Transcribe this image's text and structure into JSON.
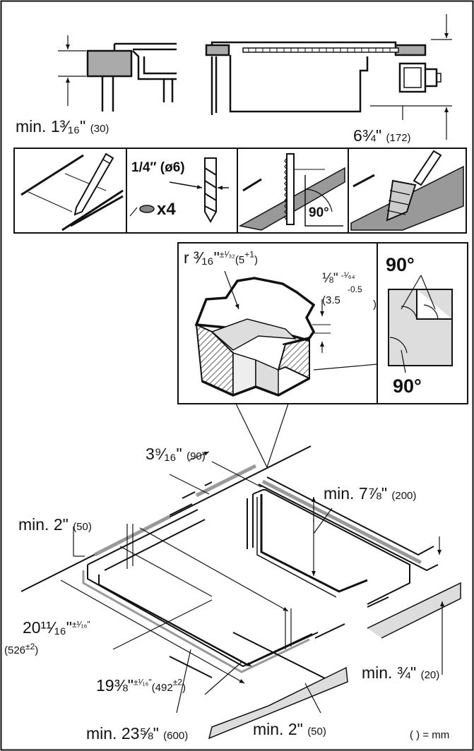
{
  "top": {
    "left_dim": "min. 1³⁄₁₆\"",
    "left_mm": "(30)",
    "right_dim": "6¾\"",
    "right_mm": "(172)"
  },
  "steps": {
    "drill_size": "1/4″",
    "drill_mm": "(ø6)",
    "drill_count": "x4",
    "saw_angle": "90°"
  },
  "detail": {
    "radius": "r ³⁄₁₆\"",
    "radius_tol": "±¹⁄₃₂",
    "radius_mm": "(5",
    "radius_mm_tol": "+1",
    "radius_mm_close": ")",
    "depth": "⅛\"",
    "depth_tol": "-¹⁄₆₄",
    "depth_mm_tol": "-0.5",
    "depth_mm": "(3.5",
    "depth_mm_close": ")",
    "angle_top": "90°",
    "angle_bottom": "90°"
  },
  "cutout": {
    "edge_dist": "3⁹⁄₁₆\"",
    "edge_dist_mm": "(90)",
    "rear_min": "min. 7⅞\"",
    "rear_min_mm": "(200)",
    "side_min": "min. 2\"",
    "side_min_mm": "(50)",
    "depth_dim": "20¹¹⁄₁₆\"",
    "depth_tol": "±¹⁄₁₆\"",
    "depth_mm": "(526",
    "depth_mm_tol": "±2",
    "depth_mm_close": ")",
    "width_dim": "19⅜\"",
    "width_tol": "±¹⁄₁₆\"",
    "width_mm": "(492",
    "width_mm_tol": "±2",
    "width_mm_close": ")",
    "thickness_min": "min. ¾\"",
    "thickness_min_mm": "(20)",
    "counter_depth_min": "min. 23⅝\"",
    "counter_depth_mm": "(600)",
    "front_min": "min. 2\"",
    "front_min_mm": "(50)",
    "unit_note": "( ) = mm"
  }
}
